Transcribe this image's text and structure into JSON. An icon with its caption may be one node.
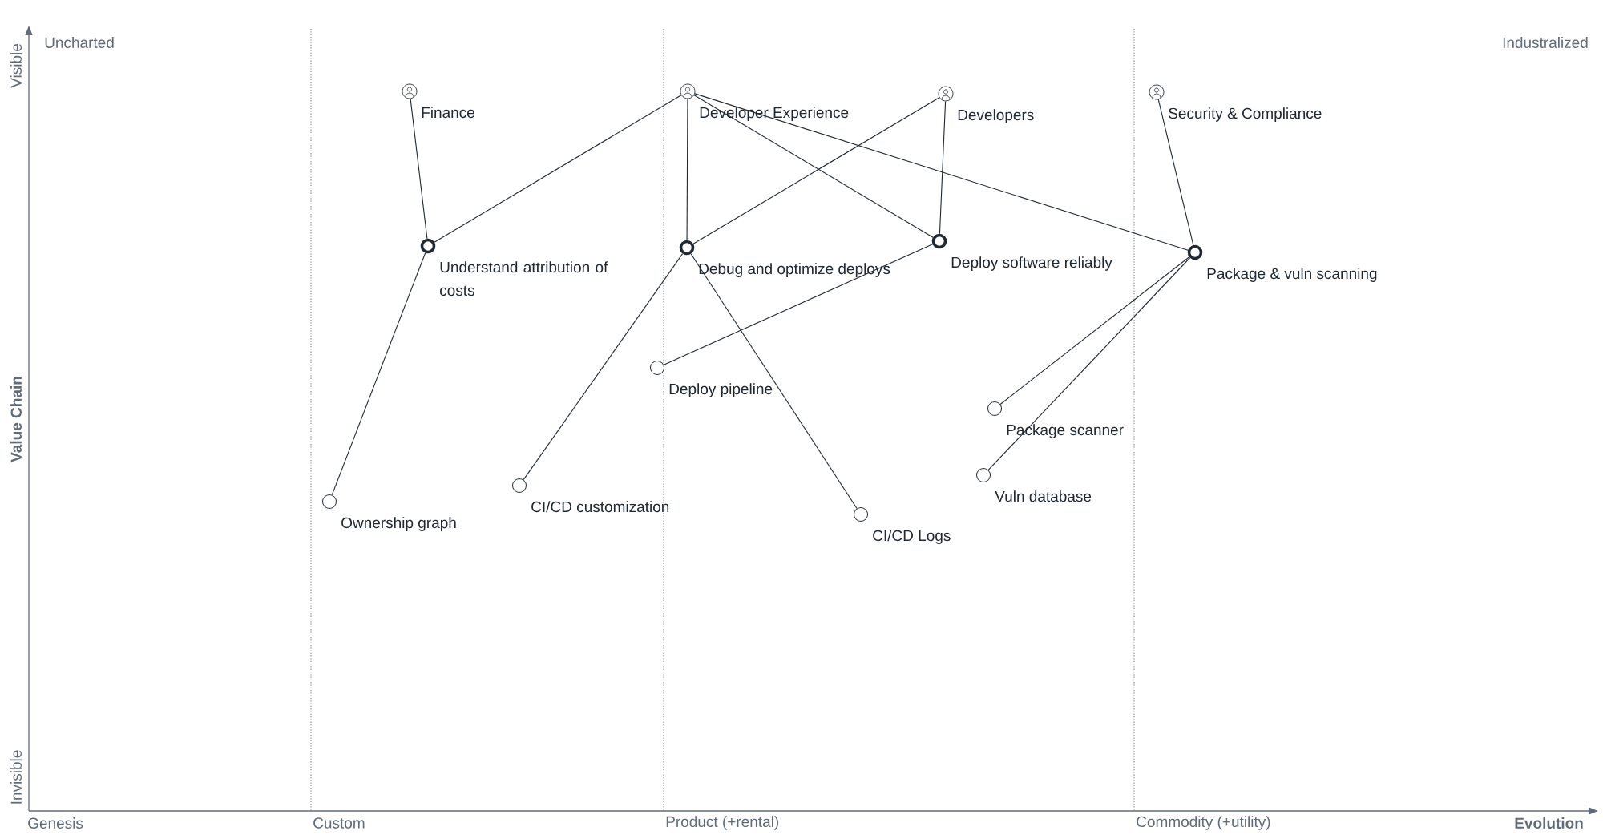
{
  "diagram": {
    "nodes": [
      {
        "text": [
          "Finance"
        ]
      },
      {
        "text": [
          "Developer Experience"
        ]
      },
      {
        "text": [
          "Developers"
        ]
      },
      {
        "text": [
          "Security & Compliance"
        ]
      },
      {
        "text": [
          "Understand attribution of costs"
        ]
      },
      {
        "text": [
          "Debug and optimize deploys"
        ]
      },
      {
        "text": [
          "Deploy software reliably"
        ]
      },
      {
        "text": [
          "Package & vuln scanning"
        ]
      },
      {
        "text": [
          "Deploy pipeline"
        ]
      },
      {
        "text": [
          "Package scanner"
        ]
      },
      {
        "text": [
          "Vuln database"
        ]
      },
      {
        "text": [
          "Ownership graph"
        ]
      },
      {
        "text": [
          "CI/CD customization"
        ]
      },
      {
        "text": [
          "CI/CD Logs"
        ]
      }
    ],
    "edges": [
      {
        "from": 0,
        "to": 4,
        "arrow": "none"
      },
      {
        "from": 1,
        "to": 4,
        "arrow": "none"
      },
      {
        "from": 1,
        "to": 5,
        "arrow": "none"
      },
      {
        "from": 1,
        "to": 6,
        "arrow": "none"
      },
      {
        "from": 1,
        "to": 7,
        "arrow": "none"
      },
      {
        "from": 2,
        "to": 5,
        "arrow": "none"
      },
      {
        "from": 2,
        "to": 6,
        "arrow": "none"
      },
      {
        "from": 3,
        "to": 7,
        "arrow": "none"
      },
      {
        "from": 4,
        "to": 11,
        "arrow": "none"
      },
      {
        "from": 5,
        "to": 12,
        "arrow": "none"
      },
      {
        "from": 5,
        "to": 13,
        "arrow": "none"
      },
      {
        "from": 6,
        "to": 8,
        "arrow": "none"
      },
      {
        "from": 7,
        "to": 9,
        "arrow": "none"
      },
      {
        "from": 7,
        "to": 10,
        "arrow": "none"
      }
    ],
    "labels": [
      "Uncharted",
      "Industralized",
      "Visible",
      "Value Chain",
      "Invisible",
      "Genesis",
      "Custom",
      "Product (+rental)",
      "Commodity (+utility)",
      "Evolution"
    ]
  }
}
